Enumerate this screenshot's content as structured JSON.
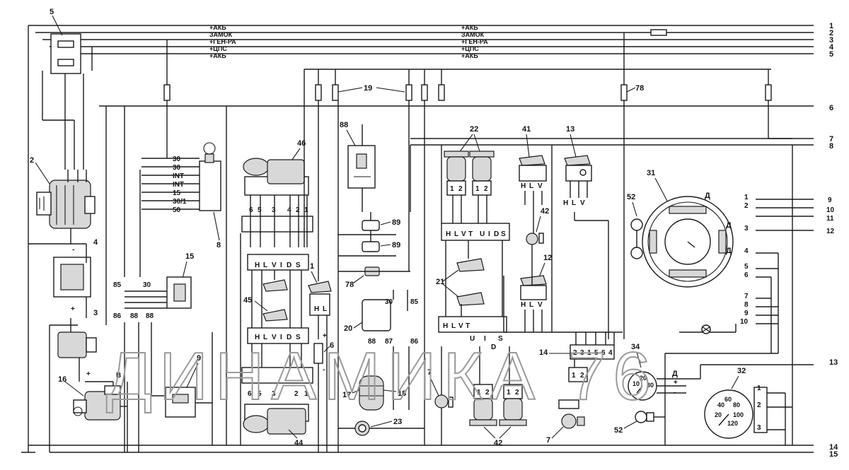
{
  "diagram": {
    "bus_labels_left": [
      "+АКБ",
      "ЗАМОК",
      "+ГЕН-РА",
      "+ЦПС",
      "+АКБ"
    ],
    "bus_labels_right": [
      "+АКБ",
      "ЗАМОК",
      "+ГЕН-РА",
      "+ЦПС",
      "+АКБ"
    ],
    "right_wire_numbers": [
      "1",
      "2",
      "3",
      "4",
      "5",
      "6",
      "7",
      "8",
      "13",
      "14",
      "15"
    ],
    "component_numbers": {
      "c5": "5",
      "c2": "2",
      "c4": "4",
      "c3": "3",
      "c16": "16",
      "c9": "9",
      "c15": "15",
      "c8": "8",
      "c46": "46",
      "c45": "45",
      "c44": "44",
      "c1": "1",
      "c6": "6",
      "c88": "88",
      "c89a": "89",
      "c89b": "89",
      "c78a": "78",
      "c78b": "78",
      "c19": "19",
      "c20": "20",
      "c17": "17",
      "c18": "18",
      "c23": "23",
      "c22": "22",
      "c21": "21",
      "c7a": "7",
      "c7b": "7",
      "c42a": "42",
      "c42b": "42",
      "c41": "41",
      "c13": "13",
      "c12": "12",
      "c14": "14",
      "c31": "31",
      "c52a": "52",
      "c52b": "52",
      "c34": "34",
      "c32": "32"
    },
    "ignition_pins": [
      "30",
      "30",
      "INT",
      "INT",
      "15",
      "30/1",
      "50"
    ],
    "relay15_pins": [
      "85",
      "30",
      "86",
      "88"
    ],
    "relay20_pins": [
      "30",
      "85",
      "88",
      "87",
      "86"
    ],
    "switch45_pins": [
      "H",
      "L",
      "V",
      "I",
      "D",
      "S"
    ],
    "motor46_pins": [
      "6",
      "5",
      "3",
      "4",
      "2",
      "1"
    ],
    "motor44_pins": [
      "6",
      "5",
      "3",
      "2",
      "1"
    ],
    "switch1_pins": [
      "H",
      "L"
    ],
    "switch21_top_pins": [
      "H",
      "L",
      "V",
      "T",
      "U",
      "I",
      "D",
      "S"
    ],
    "switch21_bot_pins": [
      "H",
      "L",
      "V",
      "T",
      "U",
      "I",
      "S"
    ],
    "switch21_letter_d": "D",
    "pump22_pins": [
      "1",
      "2",
      "1",
      "2"
    ],
    "pump42_pins": [
      "1",
      "2",
      "1",
      "2"
    ],
    "switch41_pins": [
      "H",
      "L",
      "V"
    ],
    "switch13_pins": [
      "H",
      "L",
      "V"
    ],
    "switch12_pins": [
      "H",
      "L",
      "V"
    ],
    "block14_pins": [
      "2",
      "3",
      "1",
      "5",
      "6",
      "4"
    ],
    "motor7_pins": [
      "1",
      "2"
    ],
    "plus_minus": [
      "+",
      "-"
    ],
    "gauge31_d_labels": [
      "Д",
      "Д",
      "Д"
    ],
    "gauge31_left_pins": [
      "1",
      "2",
      "3",
      "4",
      "5",
      "6",
      "7",
      "8",
      "9",
      "10"
    ],
    "gauge31_right_pins": [
      "9",
      "10",
      "11",
      "12"
    ],
    "gauge34": {
      "label": "Д",
      "ticks": [
        "10",
        "20",
        "30"
      ]
    },
    "gauge32": {
      "ticks": [
        "20",
        "40",
        "60",
        "80",
        "100",
        "120"
      ],
      "pins": [
        "1",
        "2",
        "3"
      ]
    },
    "generator_pins": [
      "B"
    ],
    "watermark": "ДИНАМИКА 76"
  }
}
